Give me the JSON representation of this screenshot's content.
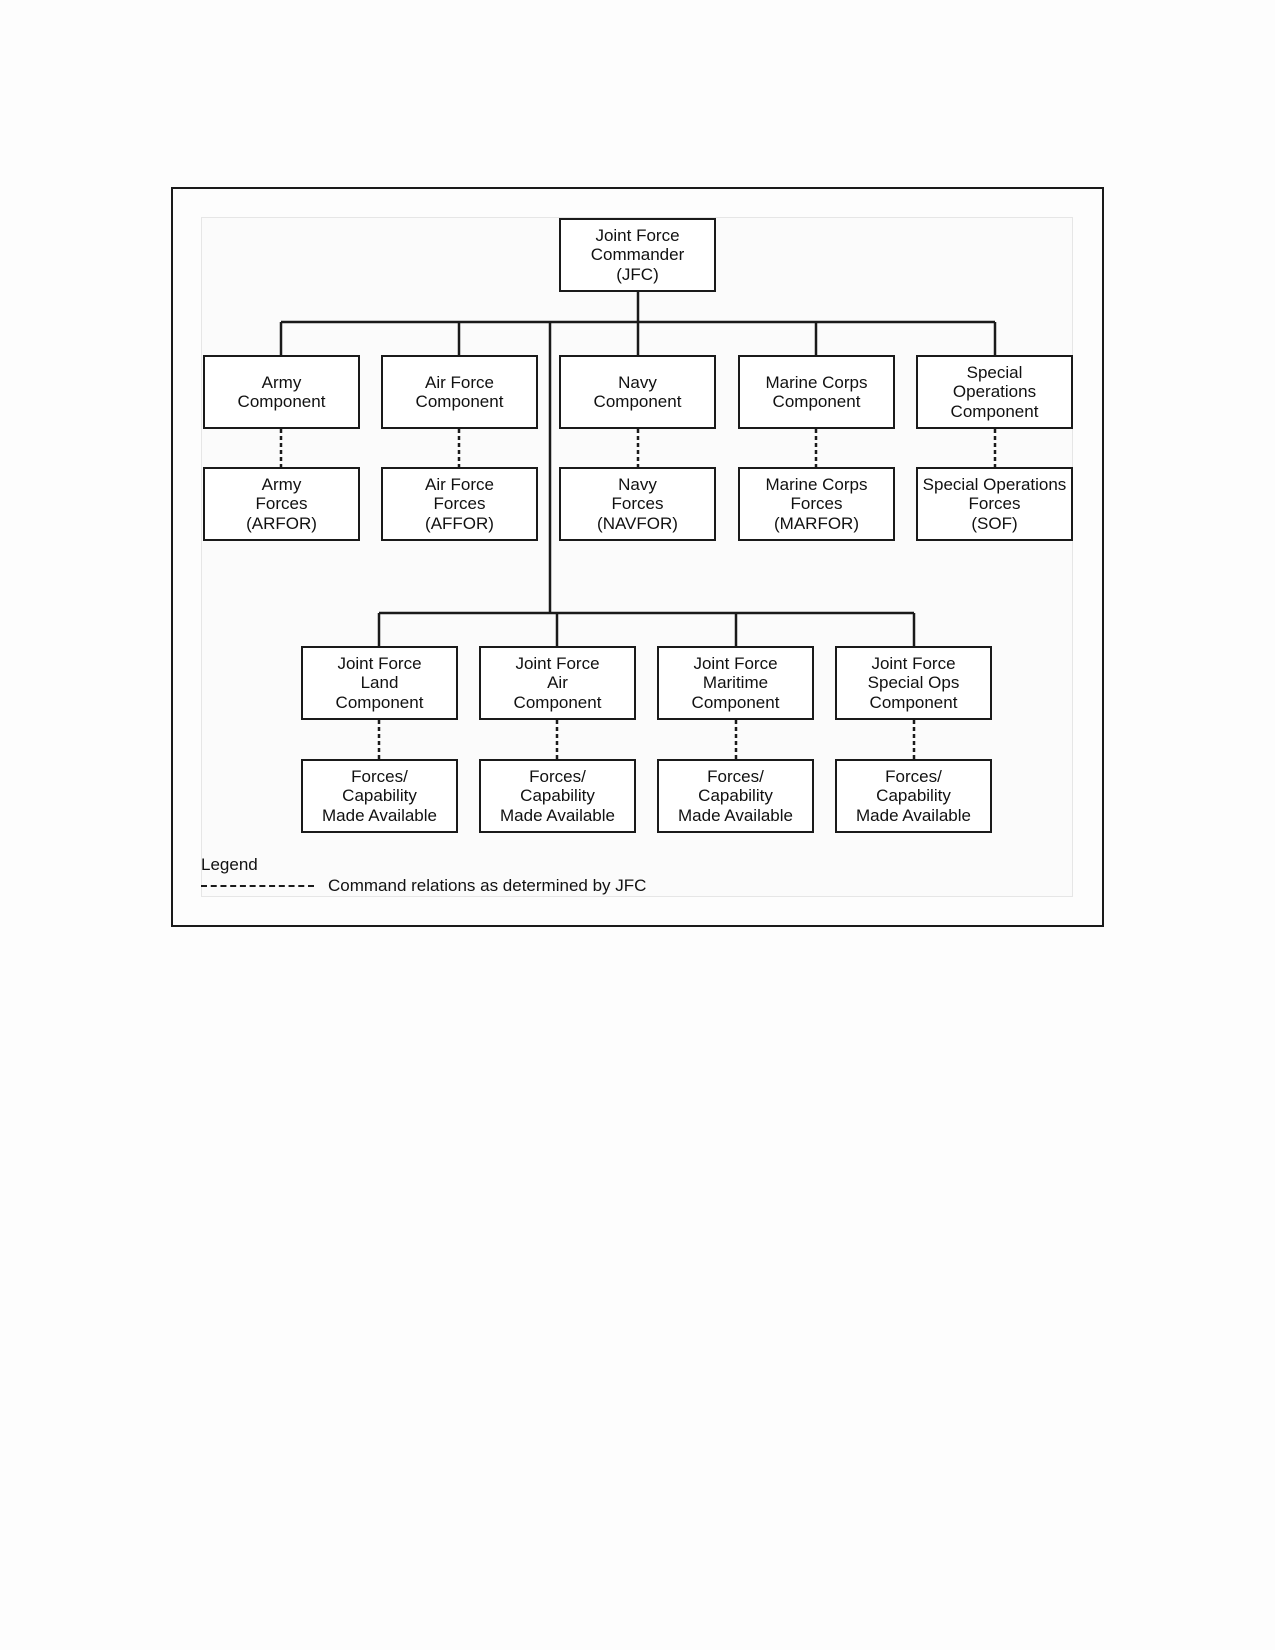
{
  "nodes": {
    "jfc": "Joint Force\nCommander\n(JFC)",
    "components": [
      {
        "id": "army",
        "label": "Army\nComponent",
        "forces": "Army\nForces\n(ARFOR)"
      },
      {
        "id": "air-force",
        "label": "Air Force\nComponent",
        "forces": "Air Force\nForces\n(AFFOR)"
      },
      {
        "id": "navy",
        "label": "Navy\nComponent",
        "forces": "Navy\nForces\n(NAVFOR)"
      },
      {
        "id": "marine-corps",
        "label": "Marine Corps\nComponent",
        "forces": "Marine Corps\nForces\n(MARFOR)"
      },
      {
        "id": "special-operations",
        "label": "Special\nOperations\nComponent",
        "forces": "Special Operations\nForces\n(SOF)"
      }
    ],
    "functional": [
      {
        "id": "land",
        "label": "Joint Force\nLand\nComponent",
        "forces": "Forces/\nCapability\nMade Available"
      },
      {
        "id": "air",
        "label": "Joint Force\nAir\nComponent",
        "forces": "Forces/\nCapability\nMade Available"
      },
      {
        "id": "maritime",
        "label": "Joint Force\nMaritime\nComponent",
        "forces": "Forces/\nCapability\nMade Available"
      },
      {
        "id": "special-ops",
        "label": "Joint Force\nSpecial Ops\nComponent",
        "forces": "Forces/\nCapability\nMade Available"
      }
    ]
  },
  "legend": {
    "title": "Legend",
    "dashed_meaning": "Command relations as determined by JFC"
  }
}
